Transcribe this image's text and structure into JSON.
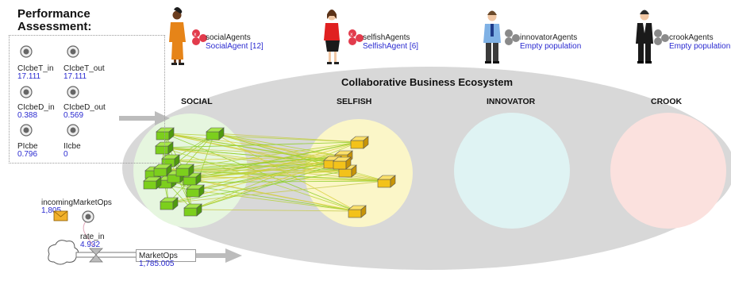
{
  "performance": {
    "title_line1": "Performance",
    "title_line2": "Assessment:",
    "vars": [
      {
        "name": "CIcbeT_in",
        "value": "17.111"
      },
      {
        "name": "CIcbeT_out",
        "value": "17.111"
      },
      {
        "name": "CIcbeD_in",
        "value": "0.388"
      },
      {
        "name": "CIcbeD_out",
        "value": "0.569"
      },
      {
        "name": "PIcbe",
        "value": "0.796"
      },
      {
        "name": "IIcbe",
        "value": "0"
      }
    ]
  },
  "agents": [
    {
      "name": "socialAgents",
      "value": "SocialAgent [12]"
    },
    {
      "name": "selfishAgents",
      "value": "SelfishAgent [6]"
    },
    {
      "name": "innovatorAgents",
      "value": "Empty population"
    },
    {
      "name": "crookAgents",
      "value": "Empty population"
    }
  ],
  "ecosystem": {
    "title": "Collaborative Business Ecosystem",
    "columns": [
      "SOCIAL",
      "SELFISH",
      "INNOVATOR",
      "CROOK"
    ]
  },
  "market": {
    "incoming_label": "incomingMarketOps",
    "incoming_value": "1,805",
    "rate_label": "rate_in",
    "rate_value": "4.932",
    "stock_label": "MarketOps",
    "stock_value": "1,785.005"
  },
  "colors": {
    "ellipse": "#d8d8d8",
    "social": "#e6f6df",
    "selfish": "#fbf6c8",
    "innovator": "#dff3f3",
    "crook": "#fbe1de",
    "social_agent": "#7ccf1c",
    "selfish_agent": "#f3c21a",
    "value_text": "#2a2ad0"
  }
}
